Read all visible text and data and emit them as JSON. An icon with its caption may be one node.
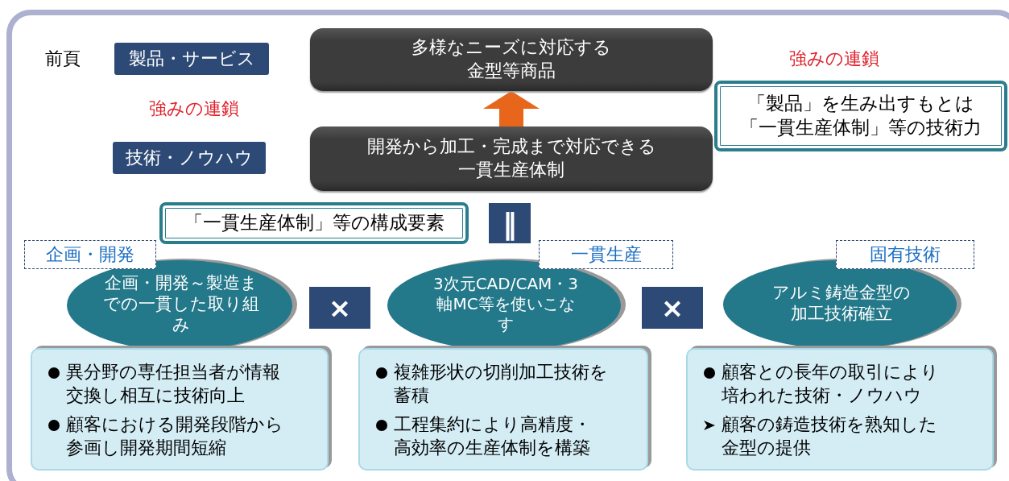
{
  "diagram": {
    "nodes": [
      {
        "text": [
          "製品・サービス"
        ]
      },
      {
        "text": [
          "技術・ノウハウ"
        ]
      },
      {
        "text": [
          "多様なニーズに対応する金型等商品"
        ]
      },
      {
        "text": [
          "開発から加工・完成まで対応できる一貫生産体制"
        ]
      },
      {
        "text": [
          "「製品」を生み出すもとは「一貫生産体制」等の技術力"
        ]
      },
      {
        "text": [
          "「一貫生産体制」等の構成要素"
        ]
      },
      {
        "text": [
          "‖"
        ]
      },
      {
        "text": [
          "企画・開発"
        ]
      },
      {
        "text": [
          "企画・開発～製造までの一貫した取り組み"
        ]
      },
      {
        "text": [
          "×"
        ]
      },
      {
        "text": [
          "一貫生産"
        ]
      },
      {
        "text": [
          "3次元CAD/CAM・3軸MC等を使いこなす"
        ]
      },
      {
        "text": [
          "×"
        ]
      },
      {
        "text": [
          "固有技術"
        ]
      },
      {
        "text": [
          "アルミ鋳造金型の加工技術確立"
        ]
      },
      {
        "text": [
          "異分野の専任担当者が情報交換し相互に技術向上",
          "顧客における開発段階から参画し開発期間短縮"
        ]
      },
      {
        "text": [
          "複雑形状の切削加工技術を蓄積",
          "工程集約により高精度・高効率の生産体制を構築"
        ]
      },
      {
        "text": [
          "顧客との長年の取引により培われた技術・ノウハウ",
          "顧客の鋳造技術を熟知した金型の提供"
        ]
      }
    ],
    "edges": [
      {
        "from": 3,
        "to": 2,
        "arrow": "to"
      }
    ],
    "labels": [
      "前頁",
      "強みの連鎖",
      "強みの連鎖"
    ]
  }
}
